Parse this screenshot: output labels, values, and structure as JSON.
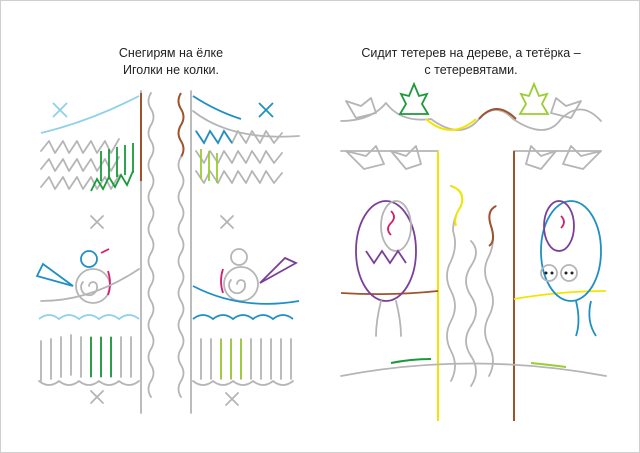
{
  "left_exercise": {
    "caption_line1": "Снегирям на ёлке",
    "caption_line2": "Иголки не колки."
  },
  "right_exercise": {
    "caption_line1": "Сидит тетерев на дереве, а тетёрка –",
    "caption_line2": "с тетеревятами."
  },
  "colors": {
    "guide_gray": "#b5b5b5",
    "light_blue": "#8fd0ea",
    "blue": "#1f8fc4",
    "green": "#1a9a3a",
    "lime": "#9acd32",
    "brown": "#a0522d",
    "magenta": "#d0206f",
    "purple": "#7b3f9a",
    "yellow": "#f2e600"
  }
}
